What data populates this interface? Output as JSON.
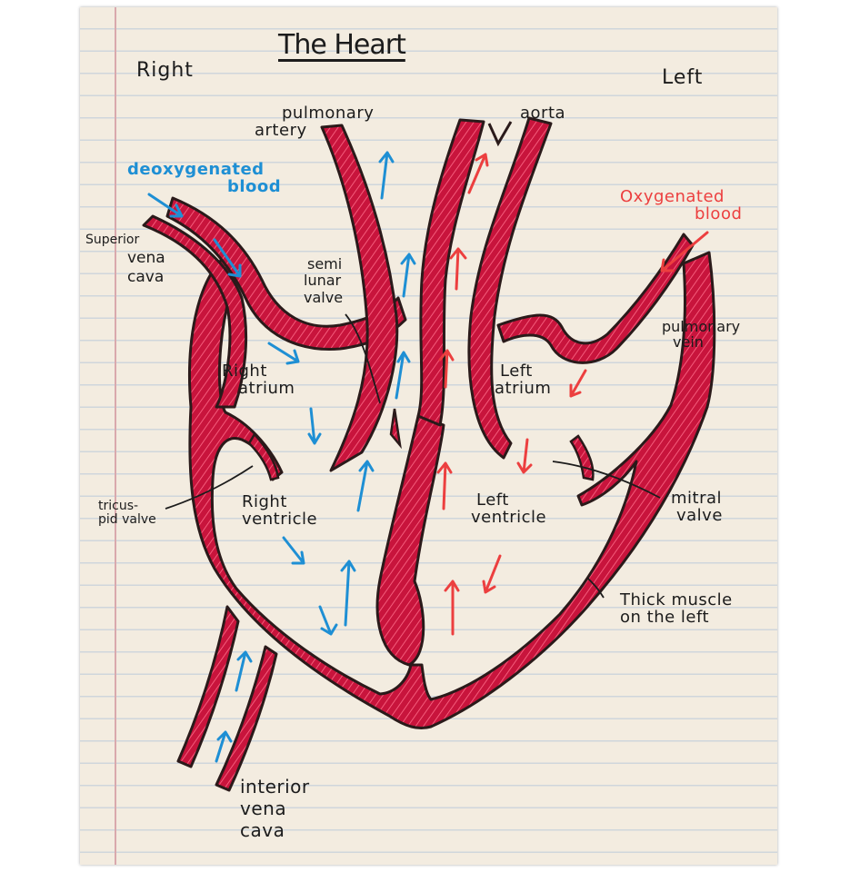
{
  "diagram": {
    "title": "The Heart",
    "side_right": "Right",
    "side_left": "Left",
    "labels": {
      "pulmonary_artery": [
        "pulmonary",
        "artery"
      ],
      "aorta": "aorta",
      "deoxygenated": [
        "deoxygenated",
        "blood"
      ],
      "oxygenated": [
        "Oxygenated",
        "blood"
      ],
      "superior_vena_cava": [
        "Superior",
        "vena",
        "cava"
      ],
      "semilunar_valve": [
        "semi",
        "lunar",
        "valve"
      ],
      "pulmonary_vein": [
        "pulmonary",
        "vein"
      ],
      "right_atrium": [
        "Right",
        "atrium"
      ],
      "left_atrium": [
        "Left",
        "atrium"
      ],
      "tricuspid_valve": [
        "tricus-",
        "pid valve"
      ],
      "right_ventricle": [
        "Right",
        "ventricle"
      ],
      "left_ventricle": [
        "Left",
        "ventricle"
      ],
      "mitral_valve": [
        "mitral",
        "valve"
      ],
      "thick_muscle": [
        "Thick muscle",
        "on the left"
      ],
      "inferior_vena_cava": [
        "interior",
        "vena",
        "cava"
      ]
    }
  },
  "colors": {
    "muscle": "#c8143c",
    "outline": "#2a1a1a",
    "deoxygenated_arrow": "#1e8fd4",
    "oxygenated_arrow": "#ec3f3f",
    "paper": "#f3ece0",
    "rule_lines": "#cfd6dc",
    "margin_line": "#d9a9ad"
  }
}
